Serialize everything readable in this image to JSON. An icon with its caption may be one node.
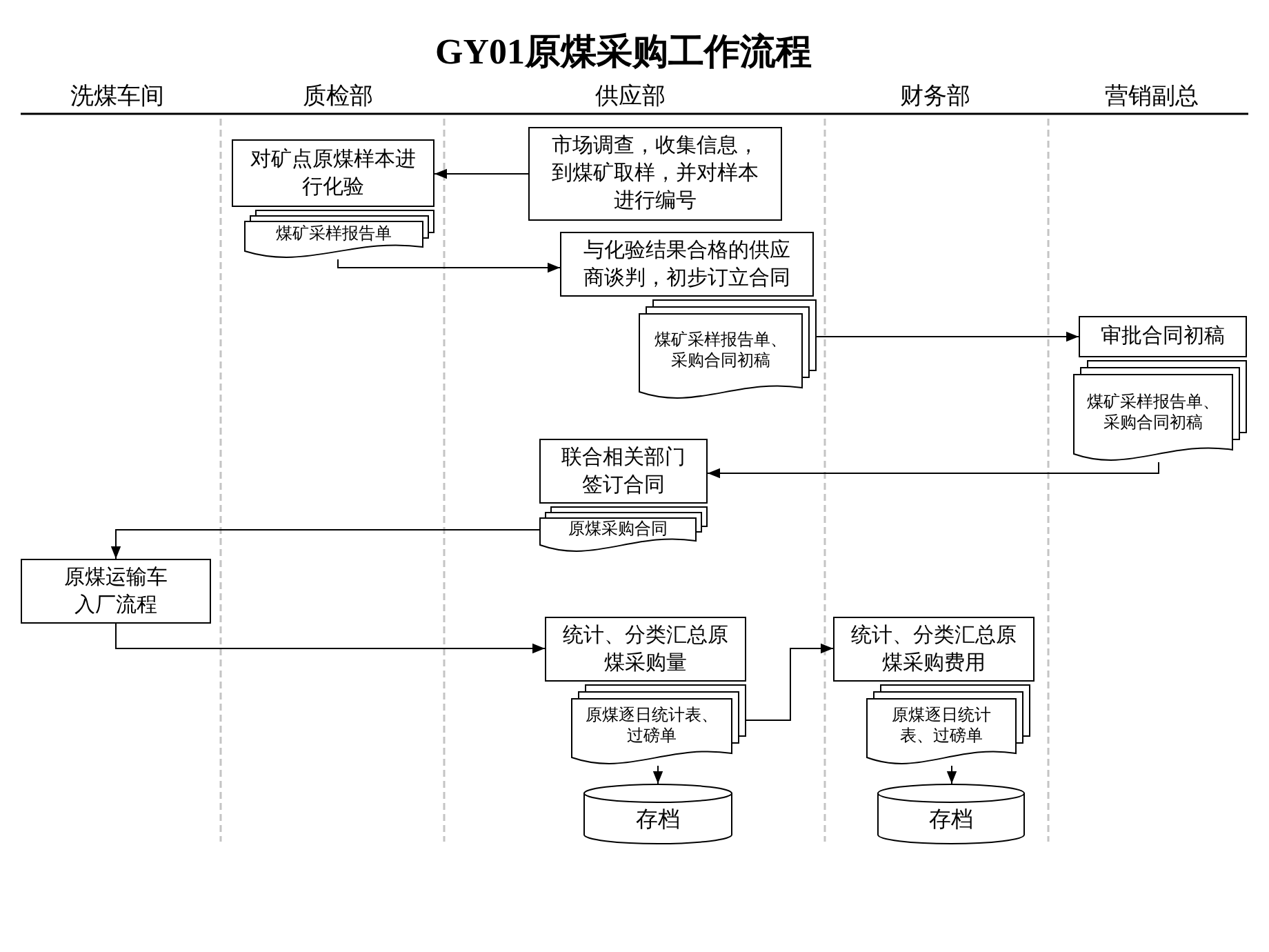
{
  "diagram": {
    "title": "GY01原煤采购工作流程",
    "nodes": [
      {
        "text": [
          "市场调查，收集信息，到煤矿取样，并对样本进行编号"
        ]
      },
      {
        "text": [
          "对矿点原煤样本进行化验"
        ]
      },
      {
        "text": [
          "煤矿采样报告单"
        ]
      },
      {
        "text": [
          "与化验结果合格的供应商谈判，初步订立合同"
        ]
      },
      {
        "text": [
          "煤矿采样报告单、采购合同初稿"
        ]
      },
      {
        "text": [
          "审批合同初稿"
        ]
      },
      {
        "text": [
          "煤矿采样报告单、采购合同初稿"
        ]
      },
      {
        "text": [
          "联合相关部门签订合同"
        ]
      },
      {
        "text": [
          "原煤采购合同"
        ]
      },
      {
        "text": [
          "原煤运输车入厂流程"
        ]
      },
      {
        "text": [
          "统计、分类汇总原煤采购量"
        ]
      },
      {
        "text": [
          "原煤逐日统计表、过磅单"
        ]
      },
      {
        "text": [
          "存档"
        ]
      },
      {
        "text": [
          "统计、分类汇总原煤采购费用"
        ]
      },
      {
        "text": [
          "原煤逐日统计表、过磅单"
        ]
      },
      {
        "text": [
          "存档"
        ]
      }
    ],
    "edges": [
      {
        "from": 0,
        "to": 1,
        "arrow": "to"
      },
      {
        "from": 2,
        "to": 3,
        "arrow": "to"
      },
      {
        "from": 4,
        "to": 5,
        "arrow": "to"
      },
      {
        "from": 6,
        "to": 7,
        "arrow": "to"
      },
      {
        "from": 8,
        "to": 9,
        "arrow": "to"
      },
      {
        "from": 9,
        "to": 10,
        "arrow": "to"
      },
      {
        "from": 11,
        "to": 13,
        "arrow": "to"
      },
      {
        "from": 11,
        "to": 12,
        "arrow": "to"
      },
      {
        "from": 14,
        "to": 15,
        "arrow": "to"
      }
    ],
    "labels": [
      "洗煤车间",
      "质检部",
      "供应部",
      "财务部",
      "营销副总"
    ]
  }
}
